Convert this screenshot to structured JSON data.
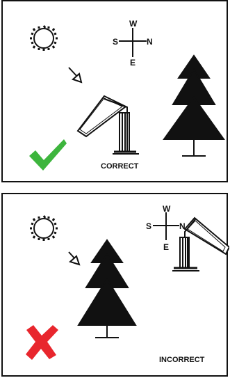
{
  "panels": [
    {
      "id": "correct",
      "compass": {
        "north": "N",
        "south": "S",
        "east": "E",
        "west": "W"
      },
      "label": "CORRECT",
      "mark": "check-icon",
      "mark_color": "#3db53d"
    },
    {
      "id": "incorrect",
      "compass": {
        "north": "N",
        "south": "S",
        "east": "E",
        "west": "W"
      },
      "label": "INCORRECT",
      "mark": "x-icon",
      "mark_color": "#e8262d"
    }
  ]
}
